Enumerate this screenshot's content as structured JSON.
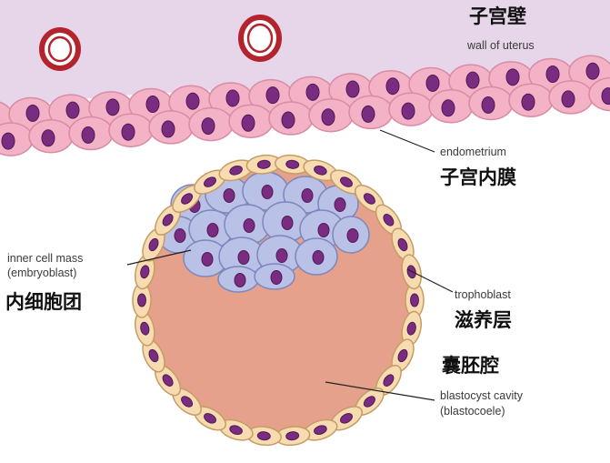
{
  "colors": {
    "uterus_wall": "#e7d5ea",
    "endometrium_cell": "#f3b2c6",
    "endometrium_border": "#d98ca3",
    "nucleus": "#7a2d80",
    "nucleus_border": "#4f1a55",
    "trophoblast_cell": "#f6dcb0",
    "trophoblast_border": "#c79c63",
    "inner_mass_cell": "#b9c1e6",
    "inner_mass_border": "#7d87bd",
    "cavity": "#e5a18b",
    "blood_ring": "#b3242d",
    "pointer_line": "#222222"
  },
  "labels": {
    "wall_cn": "子宫壁",
    "wall_en": "wall of uterus",
    "endometrium_en": "endometrium",
    "endometrium_cn": "子宫内膜",
    "inner_mass_en_1": "inner cell mass",
    "inner_mass_en_2": "(embryoblast)",
    "inner_mass_cn": "内细胞团",
    "trophoblast_en": "trophoblast",
    "trophoblast_cn": "滋养层",
    "cavity_cn": "囊胚腔",
    "cavity_en_1": "blastocyst cavity",
    "cavity_en_2": "(blastocoele)"
  }
}
